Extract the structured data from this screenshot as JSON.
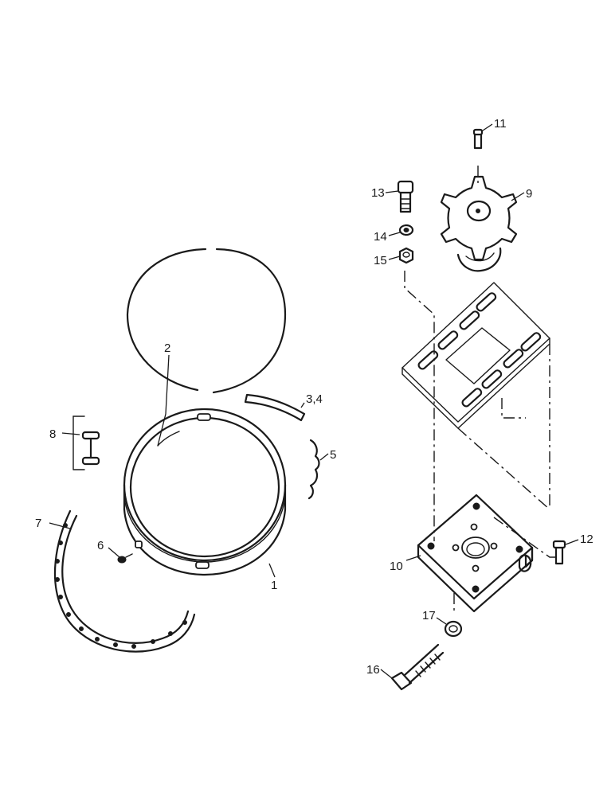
{
  "callouts": {
    "c1": "1",
    "c2": "2",
    "c34": "3,4",
    "c5": "5",
    "c6": "6",
    "c7": "7",
    "c8": "8",
    "c9": "9",
    "c10": "10",
    "c11": "11",
    "c12": "12",
    "c13": "13",
    "c14": "14",
    "c15": "15",
    "c16": "16",
    "c17": "17"
  }
}
